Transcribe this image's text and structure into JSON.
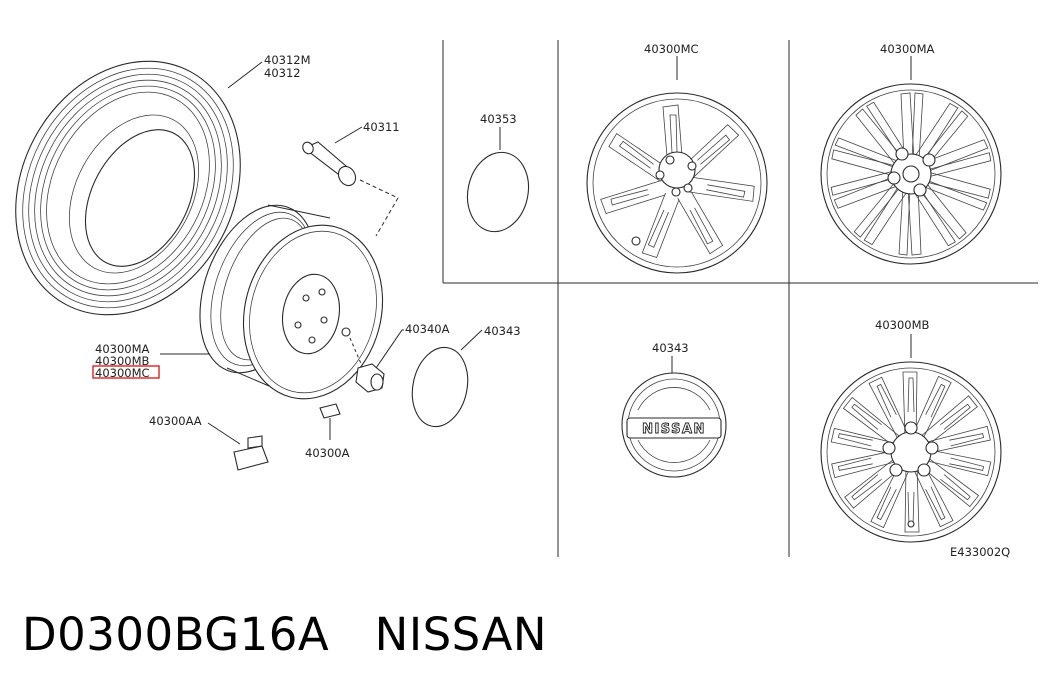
{
  "labels": {
    "tire_part": "40312M",
    "tire_part2": "40312",
    "valve": "40311",
    "lug_nut": "40340A",
    "cap_main": "40343",
    "wheel_a": "40300MA",
    "wheel_b": "40300MB",
    "wheel_c": "40300MC",
    "weight_aa": "40300AA",
    "weight_a": "40300A",
    "cap_ornament": "40353",
    "panel_mc": "40300MC",
    "panel_ma": "40300MA",
    "panel_cap": "40343",
    "panel_mb": "40300MB",
    "cap_logo": "NISSAN",
    "diagram_code": "E433002Q"
  },
  "highlight": {
    "label": "40300MC",
    "color": "#e02020"
  },
  "caption": "D0300BG16A　NISSAN"
}
